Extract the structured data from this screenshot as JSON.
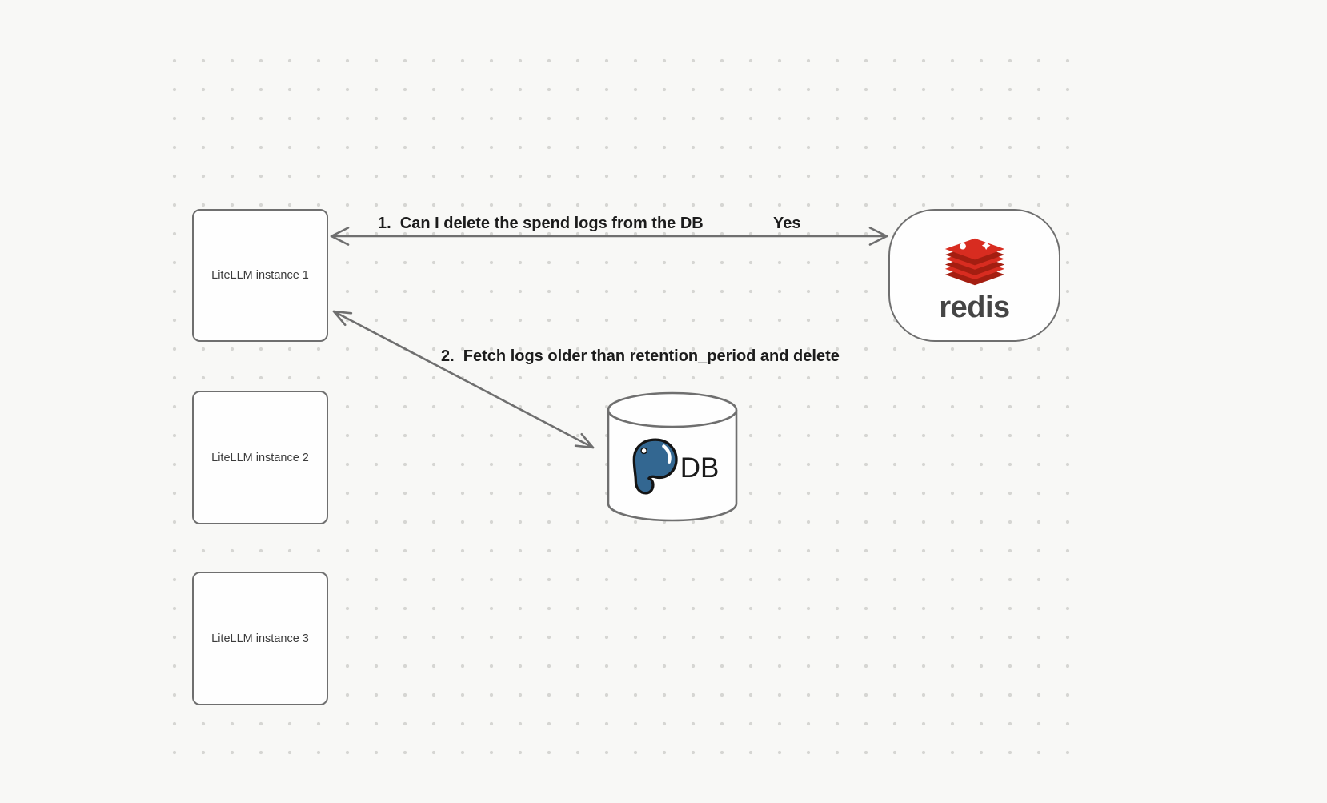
{
  "diagram": {
    "background": {
      "color": "#f8f8f6",
      "dot_color": "#d6d6d3"
    },
    "stroke_color": "#6f6f6f",
    "nodes": {
      "litellm1": {
        "label": "LiteLLM instance 1"
      },
      "litellm2": {
        "label": "LiteLLM instance 2"
      },
      "litellm3": {
        "label": "LiteLLM instance 3"
      },
      "redis": {
        "label": "redis",
        "brand_red": "#D82C20",
        "brand_dark_red": "#A41E11"
      },
      "db": {
        "label": "DB",
        "postgres_blue": "#336791"
      }
    },
    "edges": {
      "edge1": {
        "label": "1.  Can I delete the spend logs from the DB",
        "response": "Yes",
        "from": "litellm1",
        "to": "redis"
      },
      "edge2": {
        "label": "2.  Fetch logs older than retention_period and delete",
        "from": "litellm1",
        "to": "db"
      }
    }
  }
}
